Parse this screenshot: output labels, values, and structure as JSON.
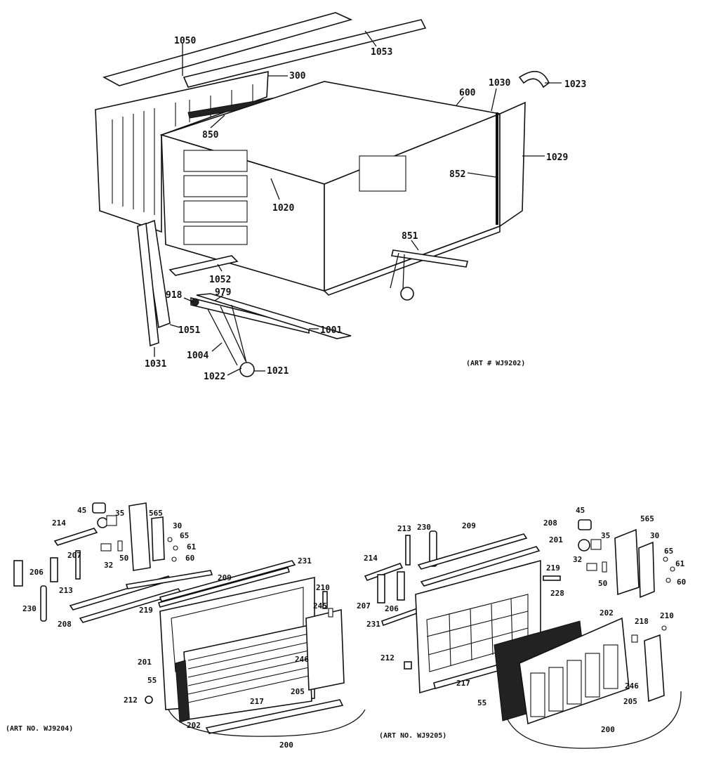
{
  "diagram_top": {
    "art_caption": "(ART # WJ9202)",
    "callouts": [
      "1050",
      "1053",
      "300",
      "1030",
      "1023",
      "600",
      "850",
      "1029",
      "852",
      "1020",
      "851",
      "1052",
      "918",
      "979",
      "1001",
      "1051",
      "1004",
      "1031",
      "1022",
      "1021"
    ]
  },
  "diagram_bottom_left": {
    "art_caption": "(ART NO. WJ9204)",
    "callouts": [
      "45",
      "35",
      "565",
      "214",
      "30",
      "65",
      "207",
      "61",
      "32",
      "50",
      "60",
      "206",
      "213",
      "209",
      "231",
      "210",
      "230",
      "208",
      "219",
      "245",
      "201",
      "246",
      "55",
      "212",
      "217",
      "205",
      "202",
      "200"
    ]
  },
  "diagram_bottom_right": {
    "art_caption": "(ART NO. WJ9205)",
    "callouts": [
      "213",
      "230",
      "209",
      "208",
      "45",
      "565",
      "201",
      "35",
      "30",
      "214",
      "65",
      "32",
      "61",
      "219",
      "60",
      "228",
      "50",
      "207",
      "206",
      "231",
      "202",
      "218",
      "210",
      "212",
      "217",
      "246",
      "55",
      "205",
      "200"
    ]
  }
}
